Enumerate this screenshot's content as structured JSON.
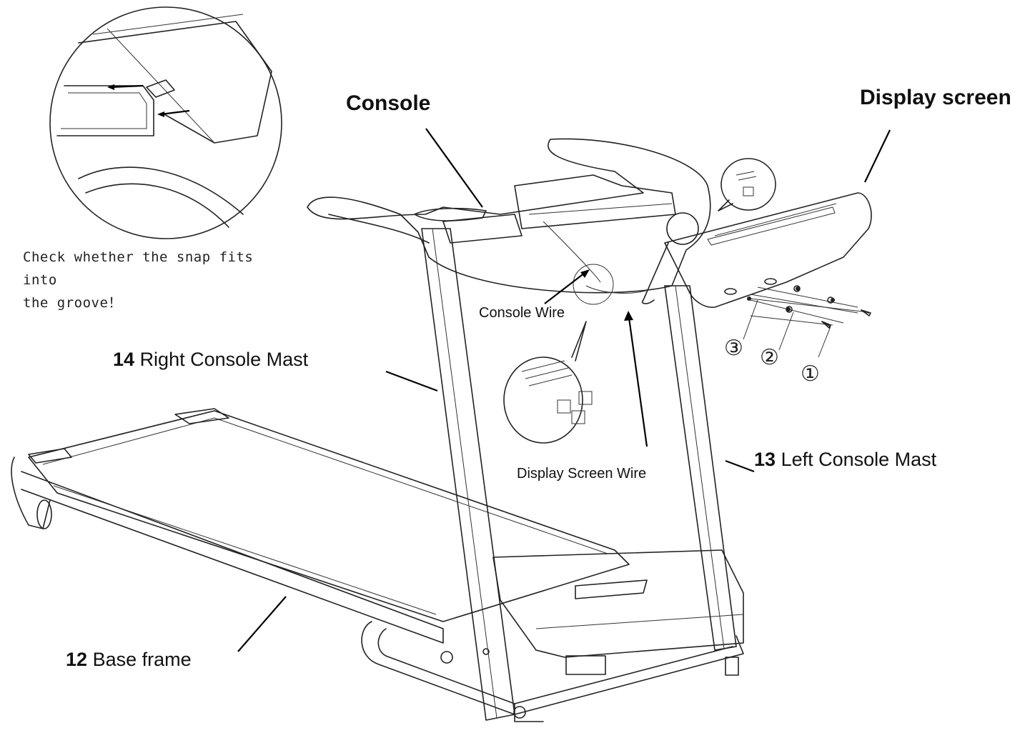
{
  "labels": {
    "console": "Console",
    "display_screen": "Display screen",
    "console_wire": "Console Wire",
    "display_screen_wire": "Display Screen Wire",
    "right_mast_num": "14",
    "right_mast_text": "Right Console Mast",
    "left_mast_num": "13",
    "left_mast_text": "Left Console Mast",
    "base_frame_num": "12",
    "base_frame_text": "Base frame"
  },
  "note": {
    "line1": "Check whether the snap fits into",
    "line2": "the groove！"
  },
  "hardware_callouts": [
    "③",
    "②",
    "①"
  ]
}
